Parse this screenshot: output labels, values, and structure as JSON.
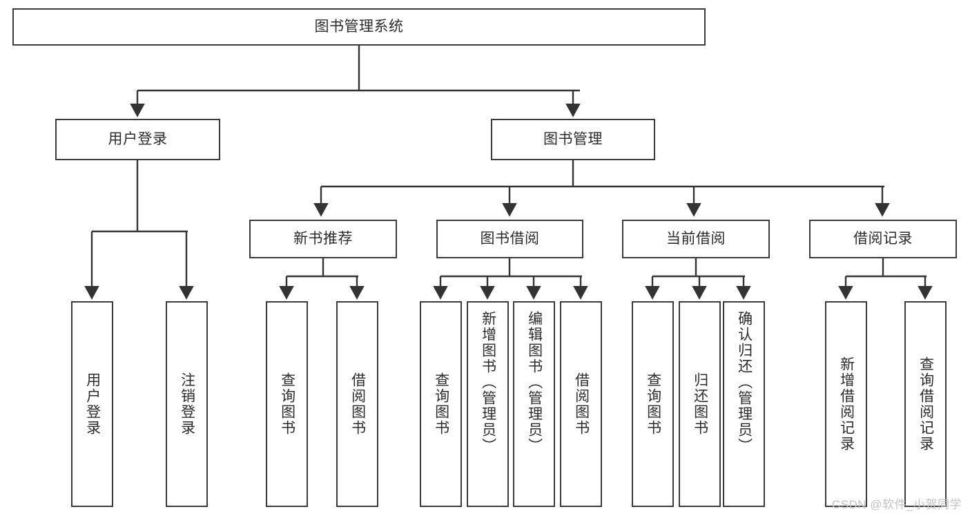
{
  "diagram": {
    "title": "图书管理系统",
    "watermark": "CSDN @软件_小贺同学",
    "colors": {
      "background": "#ffffff",
      "node_border": "#3a3a3a",
      "node_fill": "#ffffff",
      "text": "#2b2b2b",
      "edge": "#333333",
      "watermark": "#c2c2c2"
    },
    "nodes": {
      "root": {
        "label": "图书管理系统",
        "level": 0,
        "orientation": "horizontal"
      },
      "user_login": {
        "label": "用户登录",
        "level": 1,
        "orientation": "horizontal"
      },
      "book_manage": {
        "label": "图书管理",
        "level": 1,
        "orientation": "horizontal"
      },
      "new_book_rec": {
        "label": "新书推荐",
        "level": 2,
        "orientation": "horizontal"
      },
      "book_borrow": {
        "label": "图书借阅",
        "level": 2,
        "orientation": "horizontal"
      },
      "current_borrow": {
        "label": "当前借阅",
        "level": 2,
        "orientation": "horizontal"
      },
      "borrow_record": {
        "label": "借阅记录",
        "level": 2,
        "orientation": "horizontal"
      },
      "leaf_user_login": {
        "label": "用户登录",
        "level": 3,
        "orientation": "vertical"
      },
      "leaf_user_logout": {
        "label": "注销登录",
        "level": 3,
        "orientation": "vertical"
      },
      "leaf_query_book_1": {
        "label": "查询图书",
        "level": 3,
        "orientation": "vertical"
      },
      "leaf_borrow_book_1": {
        "label": "借阅图书",
        "level": 3,
        "orientation": "vertical"
      },
      "leaf_query_book_2": {
        "label": "查询图书",
        "level": 3,
        "orientation": "vertical"
      },
      "leaf_add_book": {
        "label": "新增图书（管理员）",
        "level": 3,
        "orientation": "vertical"
      },
      "leaf_edit_book": {
        "label": "编辑图书（管理员）",
        "level": 3,
        "orientation": "vertical"
      },
      "leaf_borrow_book_2": {
        "label": "借阅图书",
        "level": 3,
        "orientation": "vertical"
      },
      "leaf_query_book_3": {
        "label": "查询图书",
        "level": 3,
        "orientation": "vertical"
      },
      "leaf_return_book": {
        "label": "归还图书",
        "level": 3,
        "orientation": "vertical"
      },
      "leaf_confirm_return": {
        "label": "确认归还（管理员）",
        "level": 3,
        "orientation": "vertical"
      },
      "leaf_add_record": {
        "label": "新增借阅记录",
        "level": 3,
        "orientation": "vertical"
      },
      "leaf_query_record": {
        "label": "查询借阅记录",
        "level": 3,
        "orientation": "vertical"
      }
    },
    "tree": [
      {
        "label": "图书管理系统",
        "children": [
          {
            "label": "用户登录",
            "children": [
              {
                "label": "用户登录"
              },
              {
                "label": "注销登录"
              }
            ]
          },
          {
            "label": "图书管理",
            "children": [
              {
                "label": "新书推荐",
                "children": [
                  {
                    "label": "查询图书"
                  },
                  {
                    "label": "借阅图书"
                  }
                ]
              },
              {
                "label": "图书借阅",
                "children": [
                  {
                    "label": "查询图书"
                  },
                  {
                    "label": "新增图书（管理员）"
                  },
                  {
                    "label": "编辑图书（管理员）"
                  },
                  {
                    "label": "借阅图书"
                  }
                ]
              },
              {
                "label": "当前借阅",
                "children": [
                  {
                    "label": "查询图书"
                  },
                  {
                    "label": "归还图书"
                  },
                  {
                    "label": "确认归还（管理员）"
                  }
                ]
              },
              {
                "label": "借阅记录",
                "children": [
                  {
                    "label": "新增借阅记录"
                  },
                  {
                    "label": "查询借阅记录"
                  }
                ]
              }
            ]
          }
        ]
      }
    ]
  }
}
